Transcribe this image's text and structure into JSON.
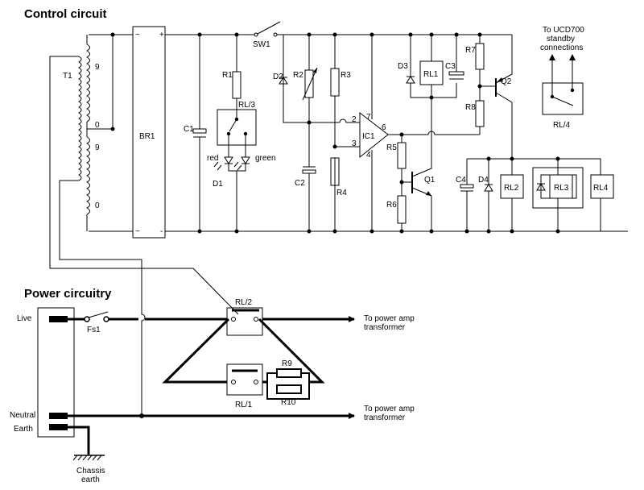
{
  "headings": {
    "control": "Control circuit",
    "power": "Power circuitry"
  },
  "labels": {
    "t1": "T1",
    "t1_top9": "9",
    "t1_top0": "0",
    "t1_bot9": "9",
    "t1_bot0": "0",
    "br1": "BR1",
    "br1_tl": "~",
    "br1_tr": "+",
    "br1_bl": "~",
    "br1_br": "-",
    "sw1": "SW1",
    "c1": "C1",
    "r1": "R1",
    "rl3": "RL/3",
    "red": "red",
    "green": "green",
    "d1": "D1",
    "d2": "D2",
    "r2": "R2",
    "c2": "C2",
    "r3": "R3",
    "r4": "R4",
    "ic1": "IC1",
    "pin2": "2",
    "pin3": "3",
    "pin4": "4",
    "pin6": "6",
    "pin7": "7",
    "r5": "R5",
    "r6": "R6",
    "q1": "Q1",
    "d3": "D3",
    "rl1": "RL1",
    "c3": "C3",
    "r7": "R7",
    "r8": "R8",
    "q2": "Q2",
    "c4": "C4",
    "d4": "D4",
    "rl2": "RL2",
    "rl3box": "RL3",
    "rl4": "RL4",
    "ucd_1": "To UCD700",
    "ucd_2": "standby",
    "ucd_3": "connections",
    "rl4_contact": "RL/4",
    "live": "Live",
    "fs1": "Fs1",
    "neutral": "Neutral",
    "earth": "Earth",
    "chassis_1": "Chassis",
    "chassis_2": "earth",
    "rl2_contact": "RL/2",
    "rl1_contact": "RL/1",
    "r9": "R9",
    "r10": "R10",
    "to_amp1_a": "To power amp",
    "to_amp1_b": "transformer",
    "to_amp2_a": "To power amp",
    "to_amp2_b": "transformer"
  },
  "colors": {
    "ink": "#000000",
    "background": "#ffffff"
  }
}
